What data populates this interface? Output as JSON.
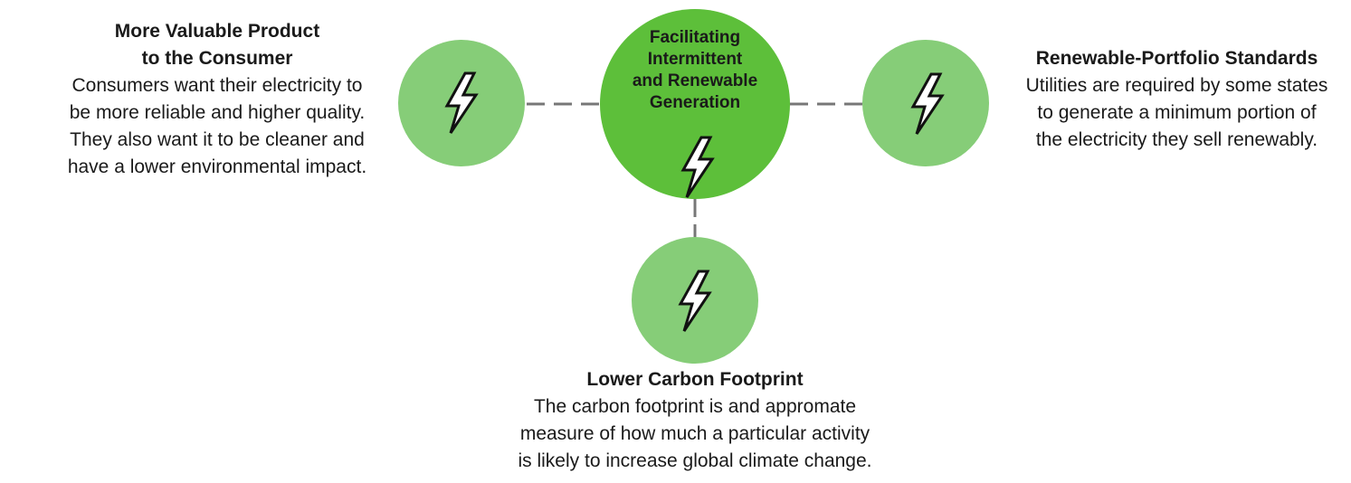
{
  "colors": {
    "center_fill": "#5dbf3a",
    "outer_fill": "#86cd78",
    "connector": "#777777",
    "text": "#1a1a1a"
  },
  "center": {
    "title": "Facilitating\nIntermittent\nand Renewable\nGeneration",
    "icon": "lightning-bolt-icon"
  },
  "left": {
    "heading": "More Valuable Product\nto the Consumer",
    "body": "Consumers want their electricity to\nbe more reliable and higher quality.\nThey also want it to be cleaner and\nhave a lower environmental impact.",
    "icon": "lightning-bolt-icon"
  },
  "right": {
    "heading": "Renewable-Portfolio Standards",
    "body": "Utilities are required by some states\nto generate a minimum portion of\nthe electricity they sell renewably.",
    "icon": "lightning-bolt-icon"
  },
  "bottom": {
    "heading": "Lower Carbon Footprint",
    "body": "The carbon footprint is and appromate\nmeasure of how much a particular activity\nis likely to increase global climate change.",
    "icon": "lightning-bolt-icon"
  }
}
